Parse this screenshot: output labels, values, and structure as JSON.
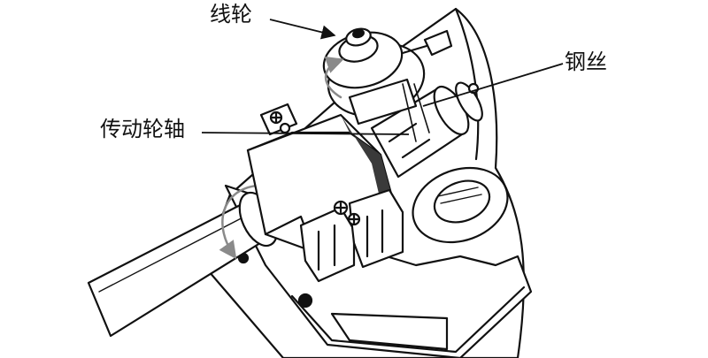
{
  "labels": {
    "reel": "线轮",
    "wire": "钢丝",
    "drive_shaft": "传动轮轴"
  },
  "colors": {
    "ink": "#111111",
    "fill": "#ffffff",
    "shade": "#3a3a3a",
    "arrow_gray": "#8a8a8a"
  }
}
